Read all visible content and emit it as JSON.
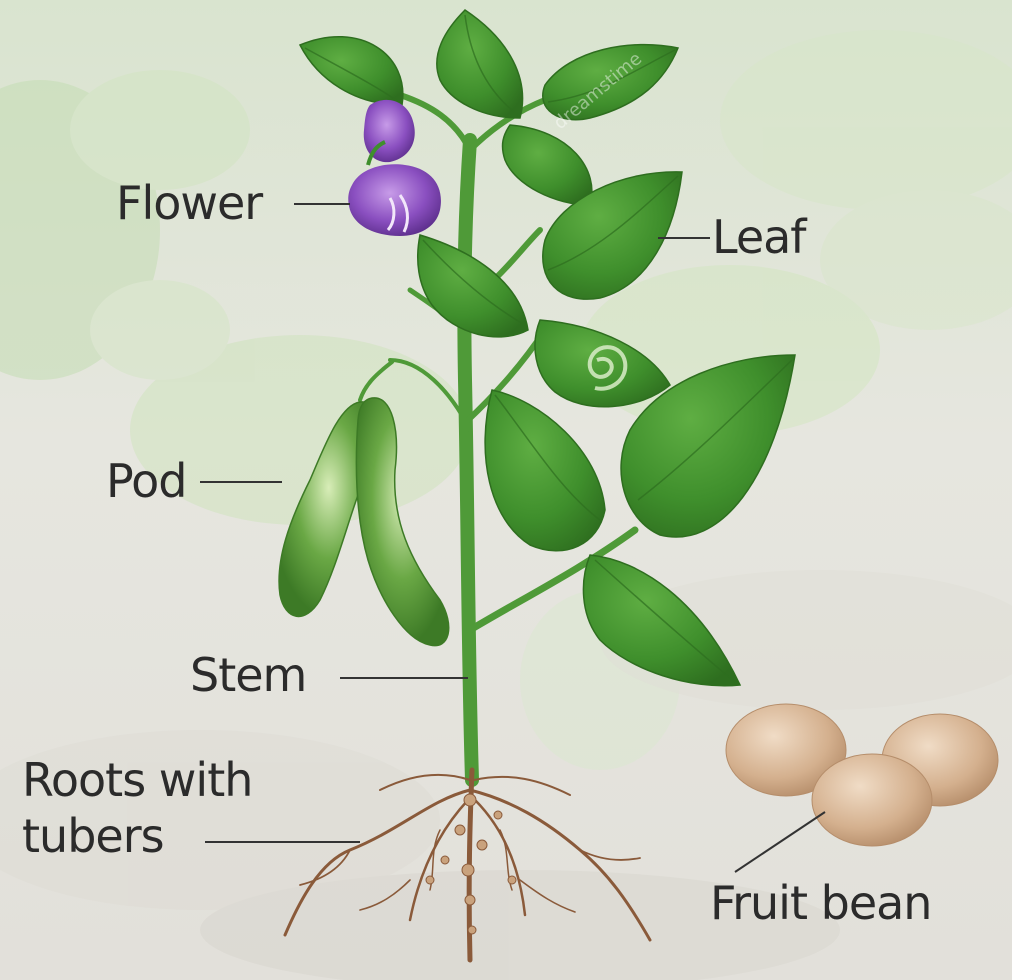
{
  "diagram": {
    "labels": {
      "flower": "Flower",
      "leaf": "Leaf",
      "pod": "Pod",
      "stem": "Stem",
      "roots_line1": "Roots with",
      "roots_line2": "tubers",
      "fruit": "Fruit bean"
    },
    "watermark": "dreamstime",
    "colors": {
      "leaf": "#3f8f2c",
      "leaf_dark": "#2e6e1f",
      "stem": "#4f9a38",
      "pod": "#6aa845",
      "flower": "#8a4fc0",
      "root": "#8a5a3a",
      "bean": "#d9b89a",
      "soil": "#e4e2dc",
      "label": "#2b2b2b"
    }
  }
}
